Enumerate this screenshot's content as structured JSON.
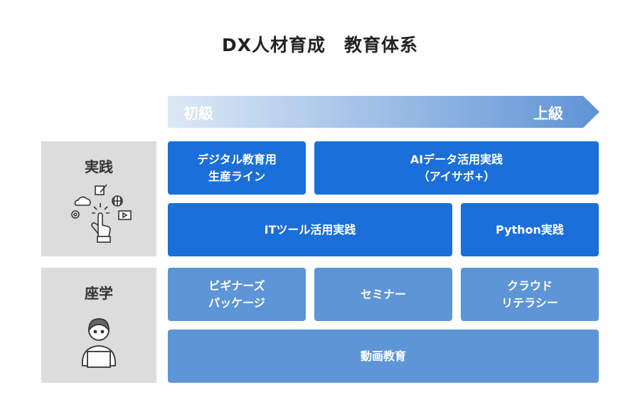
{
  "title": "DX人材育成　教育体系",
  "levels": {
    "start": "初級",
    "end": "上級"
  },
  "categories": {
    "practice": "実践",
    "classroom": "座学"
  },
  "practice": [
    "デジタル教育用\n生産ライン",
    "AIデータ活用実践\n（アイサポ+）",
    "ITツール活用実践",
    "Python実践"
  ],
  "classroom": [
    "ビギナーズ\nパッケージ",
    "セミナー",
    "クラウド\nリテラシー",
    "動画教育"
  ],
  "colors": {
    "practice": "#1a6fd8",
    "classroom": "#5d95d6",
    "panel": "#dcdcdc"
  }
}
